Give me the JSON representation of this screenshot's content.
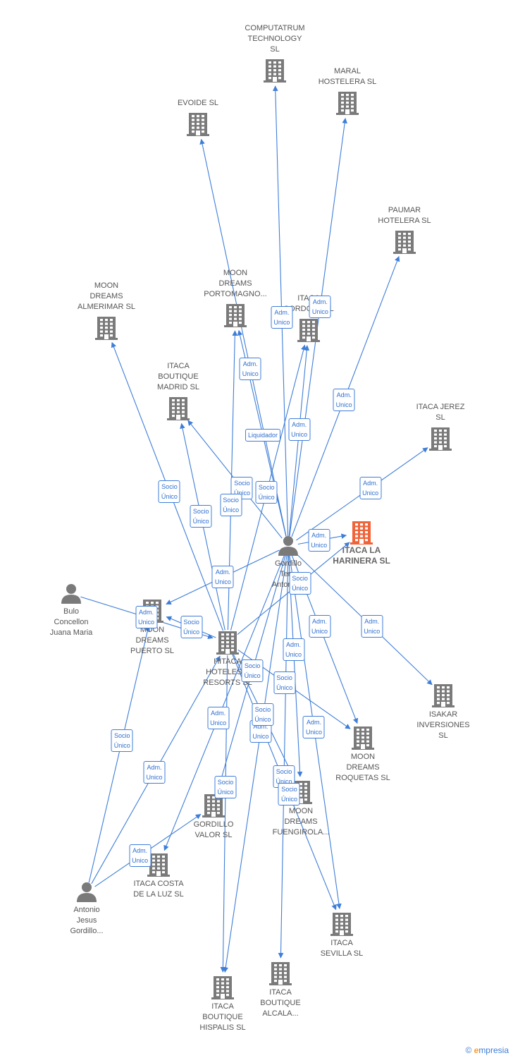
{
  "colors": {
    "edge": "#3f7ed8",
    "building": "#7a7a7a",
    "building_main": "#f0643a",
    "person": "#7a7a7a"
  },
  "nodes": [
    {
      "id": "computatrum",
      "type": "company",
      "label": "COMPUTATRUM\nTECHNOLOGY\nSL"
    },
    {
      "id": "maral",
      "type": "company",
      "label": "MARAL\nHOSTELERA SL"
    },
    {
      "id": "evoide",
      "type": "company",
      "label": "EVOIDE SL"
    },
    {
      "id": "paumar",
      "type": "company",
      "label": "PAUMAR\nHOTELERA SL"
    },
    {
      "id": "moon_almerimar",
      "type": "company",
      "label": "MOON\nDREAMS\nALMERIMAR SL"
    },
    {
      "id": "moon_portomagno",
      "type": "company",
      "label": "MOON\nDREAMS\nPORTOMAGNO..."
    },
    {
      "id": "itaca_cordoba",
      "type": "company",
      "label": "ITACA\nCORDOBA SL"
    },
    {
      "id": "itaca_madrid",
      "type": "company",
      "label": "ITACA\nBOUTIQUE\nMADRID SL"
    },
    {
      "id": "itaca_jerez",
      "type": "company",
      "label": "ITACA JEREZ\nSL"
    },
    {
      "id": "itaca_harinera",
      "type": "company",
      "main": true,
      "label": "ITACA LA\nHARINERA SL"
    },
    {
      "id": "gordillo",
      "type": "person",
      "label": "Gordillo\nTena\nAntonio..."
    },
    {
      "id": "bulo",
      "type": "person",
      "label": "Bulo\nConcellon\nJuana Maria"
    },
    {
      "id": "moon_puerto",
      "type": "company",
      "label": "MOON\nDREAMS\nPUERTO SL"
    },
    {
      "id": "hitaca",
      "type": "company",
      "label": "HITACA\nHOTELES &\nRESORTS SL"
    },
    {
      "id": "isakar",
      "type": "company",
      "label": "ISAKAR\nINVERSIONES\nSL"
    },
    {
      "id": "moon_roquetas",
      "type": "company",
      "label": "MOON\nDREAMS\nROQUETAS SL"
    },
    {
      "id": "moon_fuengirola",
      "type": "company",
      "label": "MOON\nDREAMS\nFUENGIROLA..."
    },
    {
      "id": "gordillo_valor",
      "type": "company",
      "label": "GORDILLO\nVALOR SL"
    },
    {
      "id": "itaca_costa",
      "type": "company",
      "label": "ITACA COSTA\nDE LA LUZ SL"
    },
    {
      "id": "antonio",
      "type": "person",
      "label": "Antonio\nJesus\nGordillo..."
    },
    {
      "id": "itaca_sevilla",
      "type": "company",
      "label": "ITACA\nSEVILLA SL"
    },
    {
      "id": "itaca_alcala",
      "type": "company",
      "label": "ITACA\nBOUTIQUE\nALCALA..."
    },
    {
      "id": "itaca_hispalis",
      "type": "company",
      "label": "ITACA\nBOUTIQUE\nHISPALIS SL"
    }
  ],
  "edges": [
    {
      "from": "gordillo",
      "to": "computatrum",
      "label": "Adm.\nUnico"
    },
    {
      "from": "gordillo",
      "to": "maral",
      "label": "Adm.\nUnico"
    },
    {
      "from": "gordillo",
      "to": "evoide",
      "label": "Adm.\nUnico"
    },
    {
      "from": "gordillo",
      "to": "paumar",
      "label": "Adm.\nUnico"
    },
    {
      "from": "gordillo",
      "to": "itaca_jerez",
      "label": "Adm.\nUnico"
    },
    {
      "from": "gordillo",
      "to": "itaca_harinera",
      "label": "Adm.\nUnico"
    },
    {
      "from": "gordillo",
      "to": "moon_portomagno",
      "label": "Liquidador"
    },
    {
      "from": "gordillo",
      "to": "itaca_cordoba",
      "label": "Adm.\nUnico"
    },
    {
      "from": "gordillo",
      "to": "itaca_madrid",
      "label": "Socio\nÚnico"
    },
    {
      "from": "gordillo",
      "to": "moon_puerto",
      "label": "Adm.\nUnico"
    },
    {
      "from": "gordillo",
      "to": "isakar",
      "label": "Adm.\nUnico"
    },
    {
      "from": "gordillo",
      "to": "moon_roquetas",
      "label": "Adm.\nUnico"
    },
    {
      "from": "gordillo",
      "to": "itaca_sevilla",
      "label": "Adm.\nUnico"
    },
    {
      "from": "gordillo",
      "to": "itaca_alcala",
      "label": "Socio\nÚnico"
    },
    {
      "from": "gordillo",
      "to": "itaca_hispalis",
      "label": "Adm.\nUnico"
    },
    {
      "from": "gordillo",
      "to": "gordillo_valor",
      "label": "Socio\nÚnico"
    },
    {
      "from": "gordillo",
      "to": "itaca_costa",
      "label": "Adm.\nUnico"
    },
    {
      "from": "gordillo",
      "to": "moon_fuengirola",
      "label": "Adm.\nUnico"
    },
    {
      "from": "hitaca",
      "to": "moon_almerimar",
      "label": "Socio\nÚnico"
    },
    {
      "from": "hitaca",
      "to": "itaca_madrid",
      "label": "Socio\nÚnico"
    },
    {
      "from": "hitaca",
      "to": "moon_portomagno",
      "label": "Socio\nÚnico"
    },
    {
      "from": "hitaca",
      "to": "itaca_cordoba",
      "label": "Socio\nÚnico"
    },
    {
      "from": "hitaca",
      "to": "itaca_harinera",
      "label": "Socio\nÚnico"
    },
    {
      "from": "hitaca",
      "to": "moon_roquetas",
      "label": "Socio\nÚnico"
    },
    {
      "from": "hitaca",
      "to": "moon_fuengirola",
      "label": "Socio\nÚnico"
    },
    {
      "from": "hitaca",
      "to": "itaca_sevilla",
      "label": "Socio\nÚnico"
    },
    {
      "from": "hitaca",
      "to": "itaca_hispalis",
      "label": "Socio\nÚnico"
    },
    {
      "from": "hitaca",
      "to": "moon_puerto",
      "label": "Socio\nÚnico"
    },
    {
      "from": "bulo",
      "to": "hitaca",
      "label": "Adm.\nUnico"
    },
    {
      "from": "antonio",
      "to": "hitaca",
      "label": "Adm.\nUnico"
    },
    {
      "from": "antonio",
      "to": "moon_puerto",
      "label": "Socio\nÚnico"
    },
    {
      "from": "antonio",
      "to": "gordillo_valor",
      "label": "Adm.\nUnico"
    }
  ],
  "brand": {
    "copyright": "©",
    "name": "mpresia",
    "initial": "e"
  }
}
